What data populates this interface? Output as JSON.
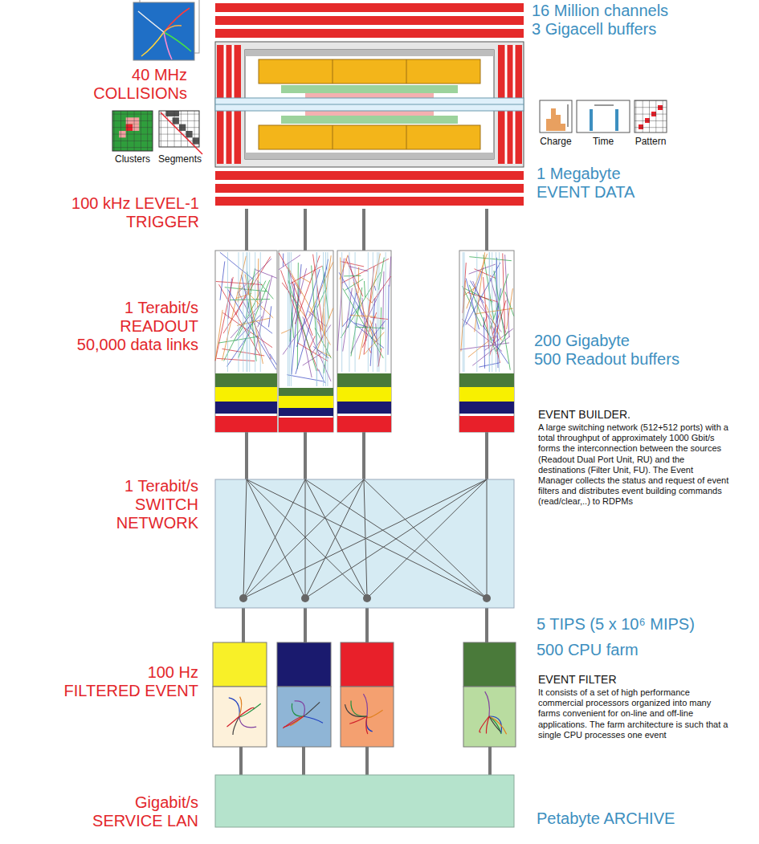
{
  "diagram": {
    "labels": [
      "16 Million channels 3 Gigacell buffers",
      "40 MHz COLLISIONs",
      "Charge",
      "Time",
      "Pattern",
      "Clusters",
      "Segments",
      "1 Megabyte EVENT DATA",
      "100 kHz LEVEL-1 TRIGGER",
      "1 Terabit/s READOUT 50,000 data links",
      "200 Gigabyte 500 Readout buffers",
      "EVENT BUILDER.",
      "A large switching network (512+512 ports) with a total throughput of approximately 1000 Gbit/s forms the interconnection between the sources (Readout Dual Port Unit, RU) and the destinations (Filter Unit, FU). The Event Manager collects the status and request of event filters and distributes event building commands (read/clear,..) to RDPMs",
      "1 Terabit/s SWITCH NETWORK",
      "5 TIPS (5 x 10⁶ MIPS)",
      "500 CPU farm",
      "100 Hz FILTERED EVENT",
      "EVENT FILTER",
      "It consists of a set of high performance commercial processors organized into many farms convenient for on-line and off-line applications. The farm architecture is such that a single CPU processes one event",
      "Gigabit/s SERVICE LAN",
      "Petabyte ARCHIVE"
    ]
  }
}
